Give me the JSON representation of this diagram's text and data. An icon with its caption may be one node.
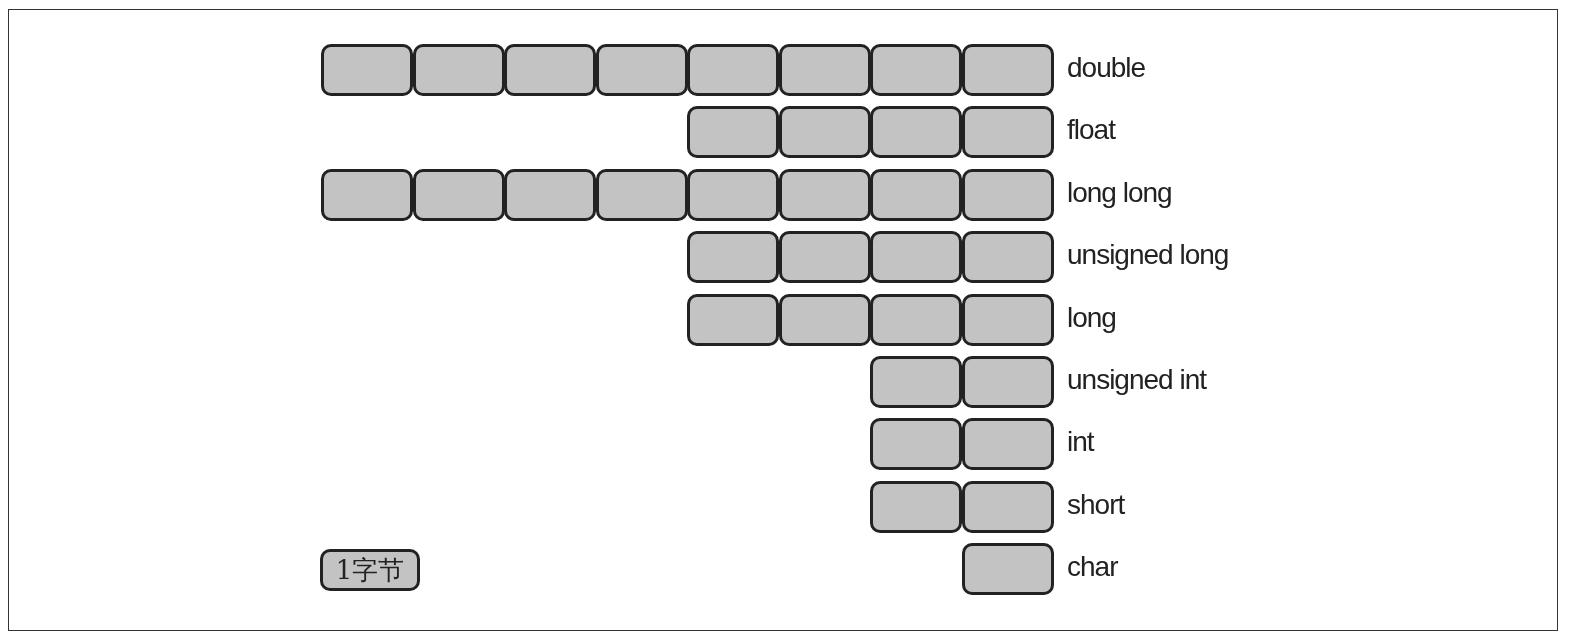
{
  "diagram": {
    "nodes": [
      {
        "text": [],
        "shape": "box"
      },
      {
        "text": [],
        "shape": "box"
      },
      {
        "text": [],
        "shape": "box"
      },
      {
        "text": [],
        "shape": "box"
      },
      {
        "text": [],
        "shape": "box"
      },
      {
        "text": [],
        "shape": "box"
      },
      {
        "text": [],
        "shape": "box"
      },
      {
        "text": [],
        "shape": "box"
      },
      {
        "text": [],
        "shape": "box"
      },
      {
        "text": [],
        "shape": "box"
      },
      {
        "text": [],
        "shape": "box"
      },
      {
        "text": [],
        "shape": "box"
      },
      {
        "text": [],
        "shape": "box"
      },
      {
        "text": [],
        "shape": "box"
      },
      {
        "text": [],
        "shape": "box"
      },
      {
        "text": [],
        "shape": "box"
      },
      {
        "text": [],
        "shape": "box"
      },
      {
        "text": [],
        "shape": "box"
      },
      {
        "text": [],
        "shape": "box"
      },
      {
        "text": [],
        "shape": "box"
      },
      {
        "text": [],
        "shape": "box"
      },
      {
        "text": [],
        "shape": "box"
      },
      {
        "text": [],
        "shape": "box"
      },
      {
        "text": [],
        "shape": "box"
      },
      {
        "text": [],
        "shape": "box"
      },
      {
        "text": [],
        "shape": "box"
      },
      {
        "text": [],
        "shape": "box"
      },
      {
        "text": [],
        "shape": "box"
      },
      {
        "text": [],
        "shape": "box"
      },
      {
        "text": [],
        "shape": "box"
      },
      {
        "text": [],
        "shape": "box"
      },
      {
        "text": [],
        "shape": "box"
      },
      {
        "text": [],
        "shape": "box"
      },
      {
        "text": [],
        "shape": "box"
      },
      {
        "text": [
          "1字节"
        ]
      },
      {
        "text": [],
        "shape": "box"
      }
    ],
    "labels": [
      "double",
      "float",
      "long long",
      "unsigned long",
      "long",
      "unsigned int",
      "int",
      "short",
      "char"
    ]
  }
}
